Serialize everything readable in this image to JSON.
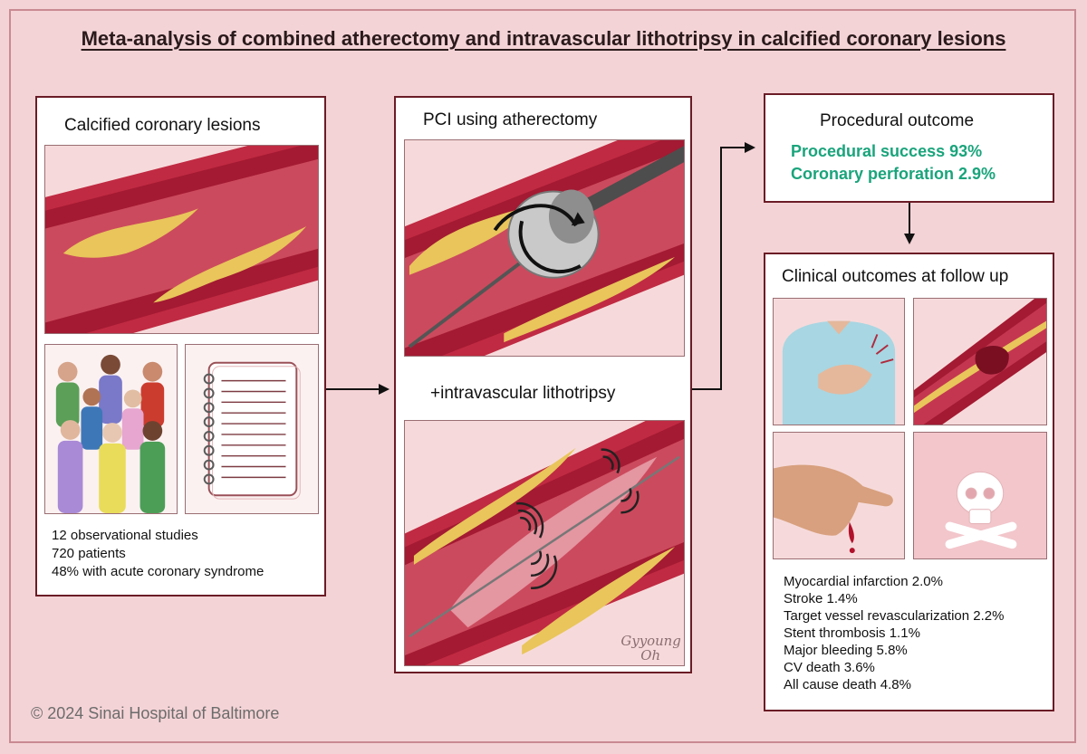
{
  "title": "Meta-analysis of combined atherectomy and intravascular lithotripsy in calcified coronary lesions",
  "panels": {
    "lesions": {
      "heading": "Calcified coronary lesions",
      "stats": [
        "12 observational studies",
        "720 patients",
        "48% with acute coronary syndrome"
      ]
    },
    "pci": {
      "heading": "PCI using atherectomy",
      "subheading": "+intravascular lithotripsy",
      "signature": "Gyyoung Oh"
    },
    "procedural": {
      "heading": "Procedural outcome",
      "results": [
        "Procedural success 93%",
        "Coronary perforation 2.9%"
      ]
    },
    "clinical": {
      "heading": "Clinical outcomes at follow up",
      "results": [
        "Myocardial infarction 2.0%",
        "Stroke 1.4%",
        "Target vessel revascularization 2.2%",
        "Stent thrombosis 1.1%",
        "Major bleeding 5.8%",
        "CV death 3.6%",
        "All cause death 4.8%"
      ]
    }
  },
  "copyright": "© 2024 Sinai Hospital of Baltimore",
  "colors": {
    "background": "#f4d3d6",
    "panel_border": "#6a1c26",
    "highlight_text": "#1aa47b",
    "vessel": "#b7233a",
    "plaque": "#e8c45a"
  },
  "icons": [
    "rotation-arrow-icon",
    "shockwave-icon",
    "skull-crossbones-icon",
    "arrow-right-icon",
    "arrow-down-icon"
  ]
}
